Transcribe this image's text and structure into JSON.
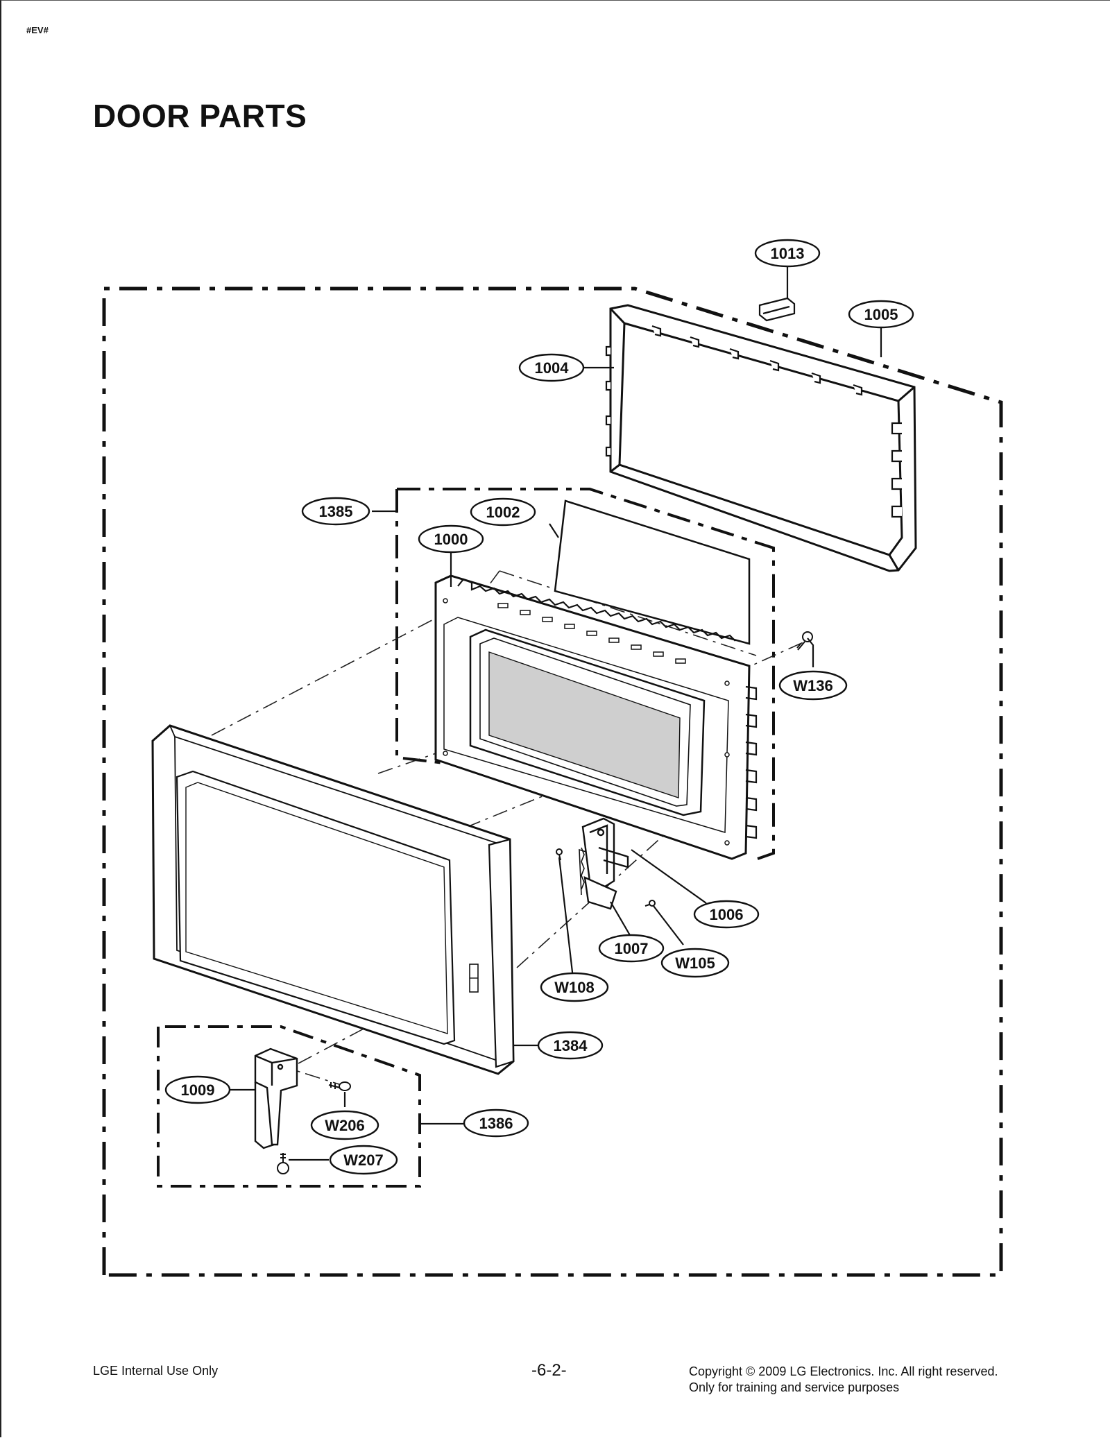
{
  "header": {
    "tag": "#EV#",
    "title": "DOOR PARTS"
  },
  "callouts": {
    "c1013": "1013",
    "c1005": "1005",
    "c1004": "1004",
    "c1385": "1385",
    "c1002": "1002",
    "c1000": "1000",
    "cW136": "W136",
    "c1006": "1006",
    "c1007": "1007",
    "cW105": "W105",
    "cW108": "W108",
    "c1384": "1384",
    "c1009": "1009",
    "cW206": "W206",
    "c1386": "1386",
    "cW207": "W207"
  },
  "footer": {
    "left": "LGE Internal Use Only",
    "page": "-6-2-",
    "copyright": "Copyright © 2009 LG Electronics. Inc. All right reserved.",
    "note": "Only for training and service purposes"
  }
}
